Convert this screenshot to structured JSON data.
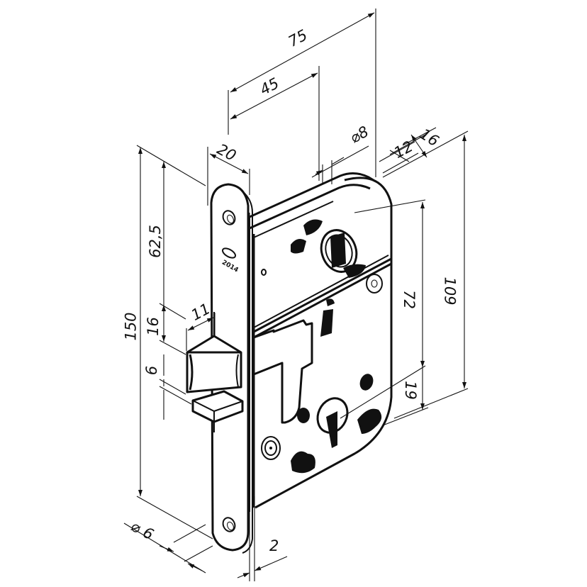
{
  "figure": {
    "subject": "Mortise lock body with faceplate, latch bolt and cylinder/knob holes — isometric dimensioned line drawing",
    "units": "mm",
    "colors": {
      "line": "#111111",
      "background": "#ffffff"
    }
  },
  "faceplate": {
    "marking_logo": "abloy-style oval logo",
    "marking_text": "2014"
  },
  "dimensions": {
    "backset_overall": "75",
    "backset_spindle": "45",
    "faceplate_width": "20",
    "spindle_square": "⌀8",
    "body_depth_outer": "16",
    "body_depth_inner": "12",
    "faceplate_height": "150",
    "spindle_to_top": "62,5",
    "latch_height": "16",
    "latch_gap": "6",
    "latch_projection": "11",
    "body_height": "109",
    "spindle_to_cylinder": "72",
    "cylinder_to_bottom": "19",
    "screw_hole_diameter": "⌀ 6",
    "faceplate_thickness": "2"
  }
}
